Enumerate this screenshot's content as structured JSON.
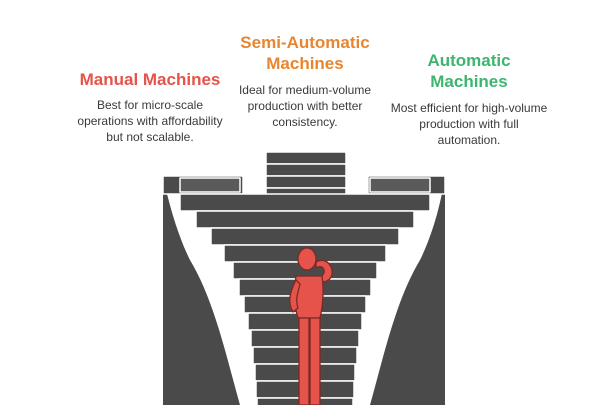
{
  "columns": {
    "manual": {
      "title": "Manual Machines",
      "description": "Best for micro-scale operations with affordability but not scalable.",
      "color": "#e5534b"
    },
    "semi": {
      "title_line1": "Semi-Automatic",
      "title_line2": "Machines",
      "description": "Ideal for medium-volume production with better consistency.",
      "color": "#e8862f"
    },
    "auto": {
      "title_line1": "Automatic",
      "title_line2": "Machines",
      "description": "Most efficient for high-volume production with full automation.",
      "color": "#3db56e"
    }
  },
  "illustration": {
    "stairs_color": "#4a4a4a",
    "person_color": "#e5534b",
    "person_outline": "#7a2a26"
  }
}
